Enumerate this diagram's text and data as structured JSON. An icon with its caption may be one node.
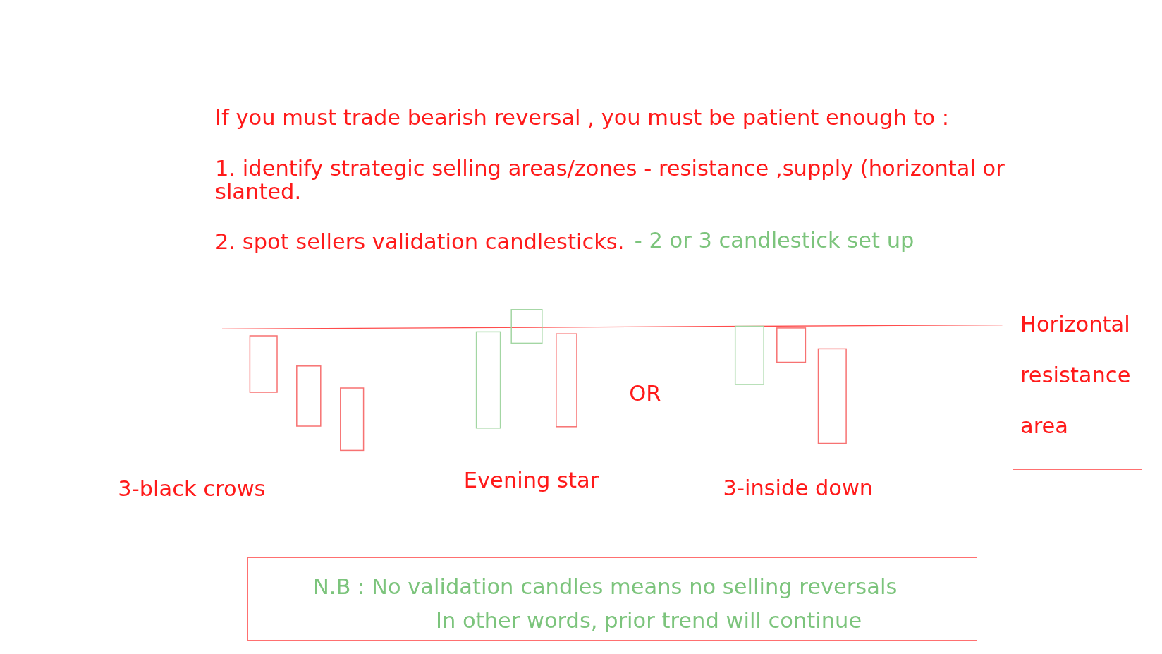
{
  "diagram": {
    "nodes": [
      {
        "text": [
          "Horizontal resistance area"
        ]
      },
      {
        "text": [
          "N.B : No validation candles means no selling reversals",
          "In other words, prior trend will continue"
        ]
      }
    ],
    "labels": [
      "If you must trade bearish reversal , you must be patient enough to :",
      "1. identify strategic selling areas/zones - resistance ,supply (horizontal or slanted.",
      "2. spot sellers validation candlesticks.",
      "- 2 or 3 candlestick set up",
      "OR",
      "3-black crows",
      "Evening star",
      "3-inside down"
    ]
  }
}
